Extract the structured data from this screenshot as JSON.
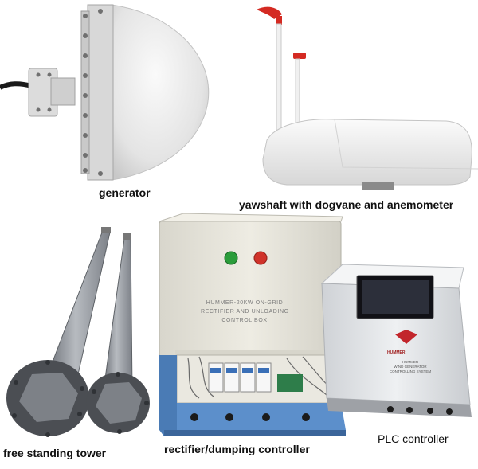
{
  "captions": {
    "generator": "generator",
    "yawshaft": "yawshaft with dogvane and anemometer",
    "tower": "free standing tower",
    "rectifier": "rectifier/dumping controller",
    "plc": "PLC controller"
  },
  "control_box": {
    "lines": [
      "HUMMER-20KW ON-GRID",
      "RECTIFIER AND UNLOADING",
      "CONTROL BOX"
    ],
    "button_labels": [
      "",
      ""
    ]
  },
  "plc_panel": {
    "brand": "HUMMER",
    "lines": [
      "HUMMER",
      "WIND GENERATOR",
      "CONTROLLING SYSTEM"
    ]
  },
  "colors": {
    "background": "#ffffff",
    "generator_body": "#ececec",
    "tower_gray": "#8a8e94",
    "box_beige": "#e6e4da",
    "box_blue": "#4a7bb5",
    "button_green": "#2a9c3a",
    "button_red": "#d0332a",
    "screen": "#1c1c24"
  }
}
